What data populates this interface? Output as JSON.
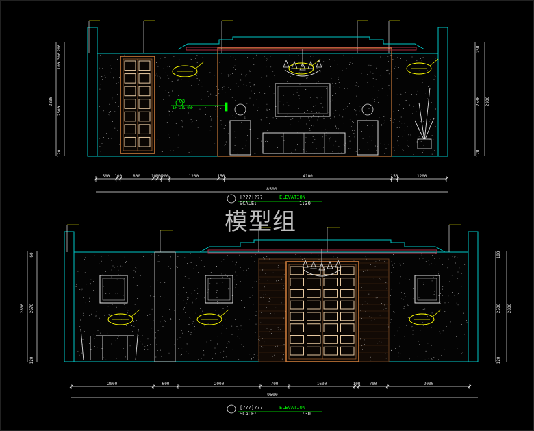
{
  "watermark": "模型组",
  "top_elevation": {
    "dims": [
      "500",
      "100",
      "800",
      "100",
      "100",
      "200",
      "1200",
      "150",
      "4100",
      "150",
      "1200"
    ],
    "total": "8500",
    "left_heights": [
      "120",
      "2500",
      "2800",
      "100",
      "300",
      "200"
    ],
    "right_heights": [
      "120",
      "2530",
      "2900",
      "250"
    ],
    "marker_id": "03",
    "marker_ref": "1F-ID-03",
    "title_line": "[???]???",
    "title_word": "ELEVATION",
    "scale_label": "SCALE:",
    "scale_value": "1:30"
  },
  "bottom_elevation": {
    "dims": [
      "2000",
      "600",
      "2000",
      "700",
      "1600",
      "100",
      "700",
      "2000"
    ],
    "total": "9500",
    "left_heights": [
      "120",
      "2670",
      "2800",
      "60"
    ],
    "right_heights": [
      "120",
      "2500",
      "2800",
      "180"
    ],
    "title_line": "[???]???",
    "title_word": "ELEVATION",
    "scale_label": "SCALE:",
    "scale_value": "1:30"
  },
  "colors": {
    "background": "#000000",
    "wall_outline": "#00c8c8",
    "leader": "#ffffff",
    "dimension": "#e8e8e8",
    "annotation": "#ffff00",
    "wood": "#c87a3a",
    "title_green": "#00ff00"
  }
}
